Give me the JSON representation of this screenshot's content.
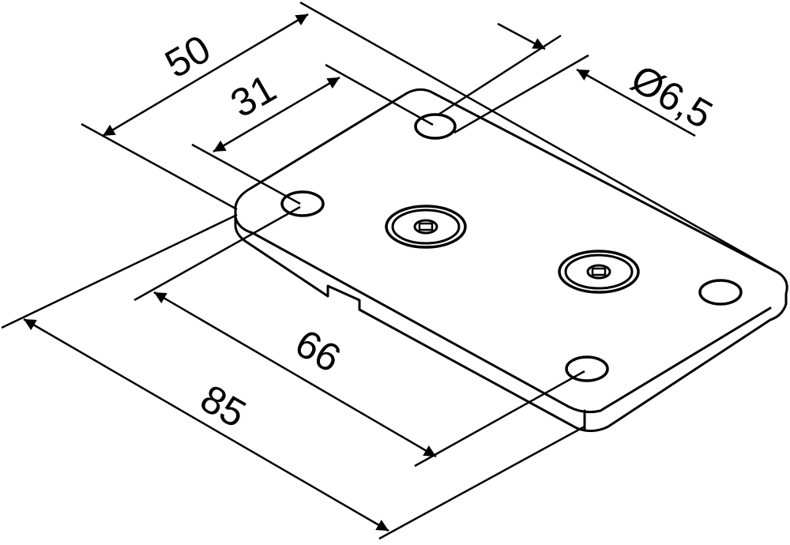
{
  "drawing": {
    "dimensions": [
      {
        "id": "width_overall",
        "label": "50"
      },
      {
        "id": "hole_spacing_width",
        "label": "31"
      },
      {
        "id": "hole_diameter",
        "label": "Ø6,5"
      },
      {
        "id": "hole_spacing_length",
        "label": "66"
      },
      {
        "id": "length_overall",
        "label": "85"
      }
    ],
    "line_color": "#000000",
    "background": "#ffffff"
  }
}
